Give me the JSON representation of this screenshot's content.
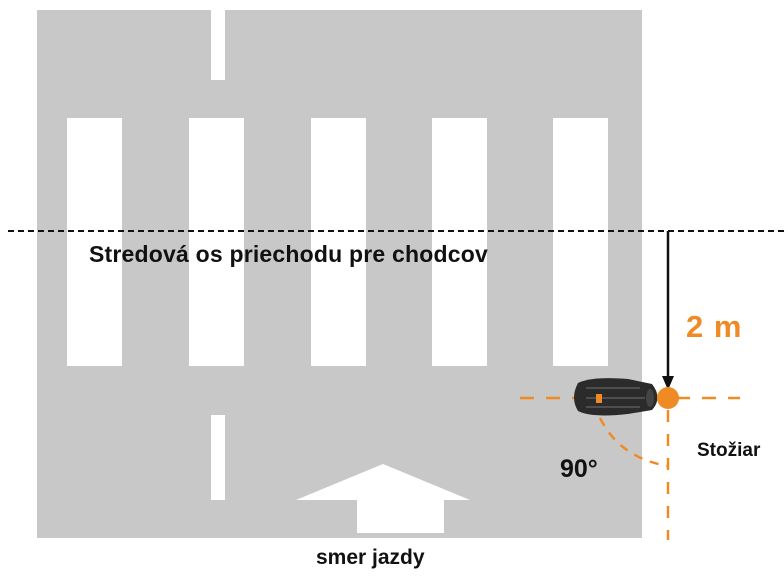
{
  "labels": {
    "crossing_axis": "Stredová os priechodu pre chodcov",
    "distance": "2 m",
    "angle": "90°",
    "pole": "Stožiar",
    "direction": "smer jazdy"
  },
  "colors": {
    "road": "#c8c8c8",
    "markings": "#ffffff",
    "accent": "#f08a24",
    "ink": "#111111",
    "camera": "#2b2b2b"
  },
  "icons": {
    "camera": "speed-camera-icon",
    "pole": "pole-dot-icon",
    "arrow": "direction-arrow-icon"
  }
}
